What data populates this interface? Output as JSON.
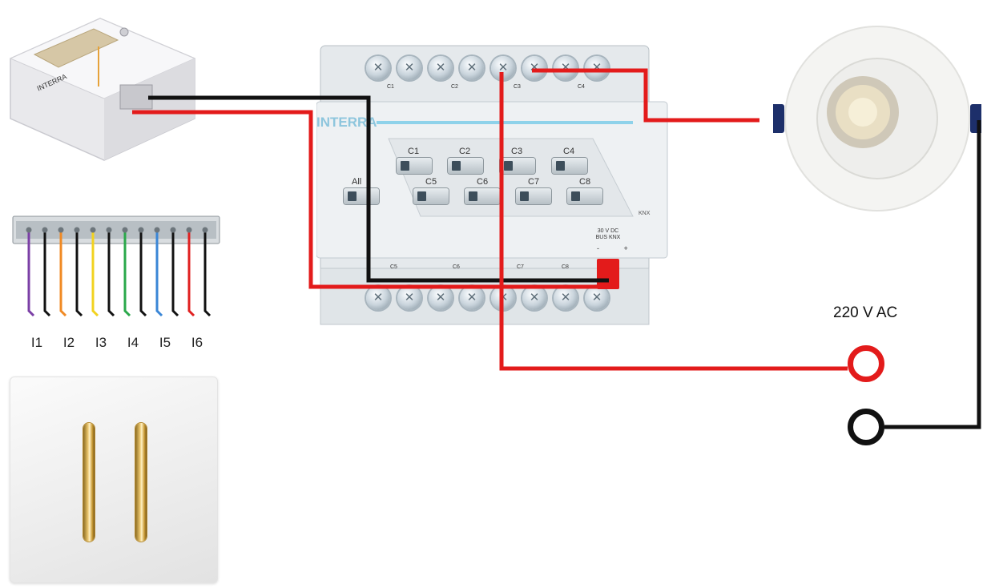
{
  "interface_module": {
    "brand_text": "INTERRA"
  },
  "terminal_block": {
    "inputs": [
      "I1",
      "I2",
      "I3",
      "I4",
      "I5",
      "I6"
    ],
    "wire_colors": [
      "#7b3fa6",
      "#f08a24",
      "#f2d21f",
      "#2aa84a",
      "#3a86d6",
      "#e02020"
    ]
  },
  "actuator": {
    "brand_text": "INTERRA",
    "buttons_row1": [
      "C1",
      "C2",
      "C3",
      "C4"
    ],
    "buttons_row2": [
      "C5",
      "C6",
      "C7",
      "C8"
    ],
    "all_button": "All",
    "top_channel_labels": [
      "C1",
      "C2",
      "C3",
      "C4"
    ],
    "bottom_channel_labels": [
      "C5",
      "C6",
      "C7",
      "C8"
    ],
    "bus_label": "30 V DC BUS KNX",
    "bus_polarity": "- +",
    "knx_mark": "KNX"
  },
  "power": {
    "label": "220 V AC"
  },
  "colors": {
    "live": "#e31b1b",
    "neutral": "#111111"
  }
}
